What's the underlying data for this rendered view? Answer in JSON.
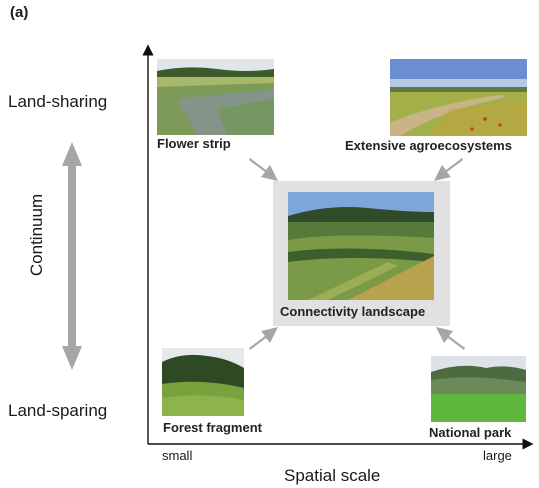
{
  "panel_label": "(a)",
  "y_axis": {
    "top_label": "Land-sharing",
    "bottom_label": "Land-sparing",
    "continuum_label": "Continuum"
  },
  "x_axis": {
    "title": "Spatial scale",
    "left_label": "small",
    "right_label": "large"
  },
  "photos": {
    "flower_strip": "Flower strip",
    "extensive_agro": "Extensive agroecosystems",
    "connectivity": "Connectivity landscape",
    "forest_fragment": "Forest fragment",
    "national_park": "National park"
  },
  "colors": {
    "arrow_gray": "#a6a6a6",
    "box_gray": "#e1e1e1"
  }
}
